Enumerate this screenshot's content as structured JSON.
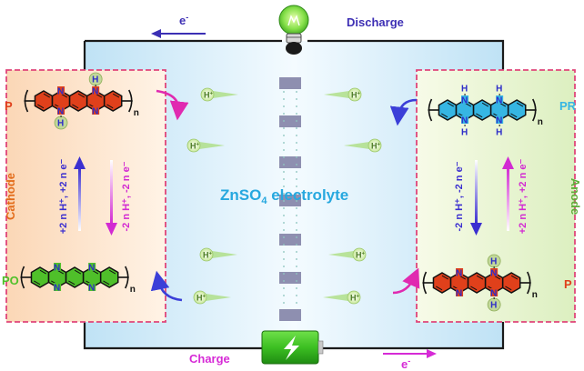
{
  "top": {
    "electron": "e",
    "electron_sup": "-",
    "discharge": "Discharge"
  },
  "bottom": {
    "charge": "Charge",
    "electron": "e",
    "electron_sup": "-"
  },
  "electrolyte": {
    "prefix": "ZnSO",
    "sub": "4",
    "suffix": " electrolyte"
  },
  "proton": {
    "base": "H",
    "sup": "+"
  },
  "cathode": {
    "side_label": "Cathode",
    "top_label": "P",
    "bottom_label": "PO",
    "arrow_up": "+2 n H⁺, +2 n e⁻",
    "arrow_down": "-2 n H⁺, -2 n e⁻"
  },
  "anode": {
    "side_label": "Anode",
    "top_label": "PR",
    "bottom_label": "P",
    "arrow_down": "-2 n H⁺, -2 n e⁻",
    "arrow_up": "+2 n H⁺, +2 n e⁻"
  },
  "molecule": {
    "N": "N",
    "H": "H",
    "n": "n"
  },
  "colors": {
    "red_ring": "#e0401b",
    "green_ring": "#4fc02a",
    "cyan_ring": "#36b6e3",
    "border_dash": "#e0457a",
    "cathode_text": "#e36c1a",
    "anode_text": "#5fae3a",
    "electrolyte_text": "#27a8df",
    "charge_text": "#d62ad6",
    "discharge_text": "#3d2fb4",
    "nitrogen": "#2d2dc8",
    "h_circle": "#c2d89a"
  }
}
